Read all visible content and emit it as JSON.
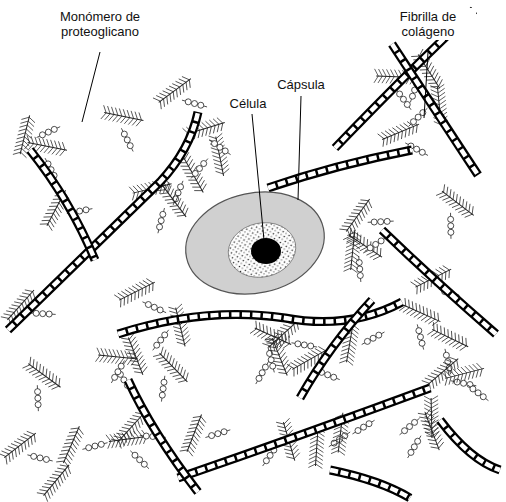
{
  "diagram": {
    "labels": [
      "Monómero de proteoglicano",
      "Cápsula",
      "Célula",
      "Fibrilla de colágeno"
    ]
  }
}
